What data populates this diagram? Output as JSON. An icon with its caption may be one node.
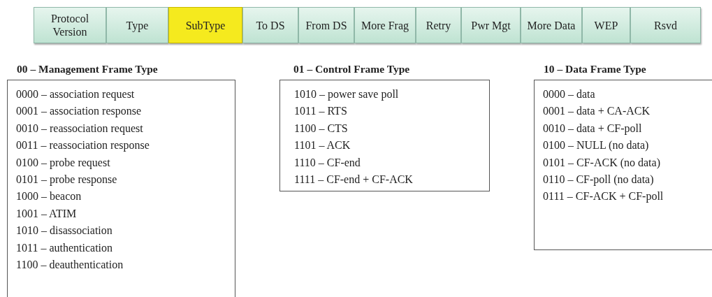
{
  "diagram": {
    "nodes": [
      {
        "text": [
          "Protocol Version"
        ]
      },
      {
        "text": [
          "Type"
        ]
      },
      {
        "text": [
          "SubType"
        ]
      },
      {
        "text": [
          "To DS"
        ]
      },
      {
        "text": [
          "From DS"
        ]
      },
      {
        "text": [
          "More Frag"
        ]
      },
      {
        "text": [
          "Retry"
        ]
      },
      {
        "text": [
          "Pwr Mgt"
        ]
      },
      {
        "text": [
          "More Data"
        ]
      },
      {
        "text": [
          "WEP"
        ]
      },
      {
        "text": [
          "Rsvd"
        ]
      },
      {
        "text": [
          "00 – Management Frame Type",
          "0000 – association request",
          "0001 – association response",
          "0010 – reassociation request",
          "0011 – reassociation response",
          "0100 – probe request",
          "0101 – probe response",
          "1000 – beacon",
          "1001 – ATIM",
          "1010 – disassociation",
          "1011 – authentication",
          "1100 – deauthentication"
        ]
      },
      {
        "text": [
          "01 – Control Frame Type",
          "1010 – power save poll",
          "1011 – RTS",
          "1100 – CTS",
          "1101 – ACK",
          "1110 – CF-end",
          "1111 – CF-end + CF-ACK"
        ]
      },
      {
        "text": [
          "10 – Data Frame Type",
          "0000 – data",
          "0001 – data + CA-ACK",
          "0010 – data + CF-poll",
          "0100 – NULL (no data)",
          "0101 – CF-ACK (no data)",
          "0110 – CF-poll (no data)",
          "0111 – CF-ACK + CF-poll"
        ]
      }
    ]
  }
}
